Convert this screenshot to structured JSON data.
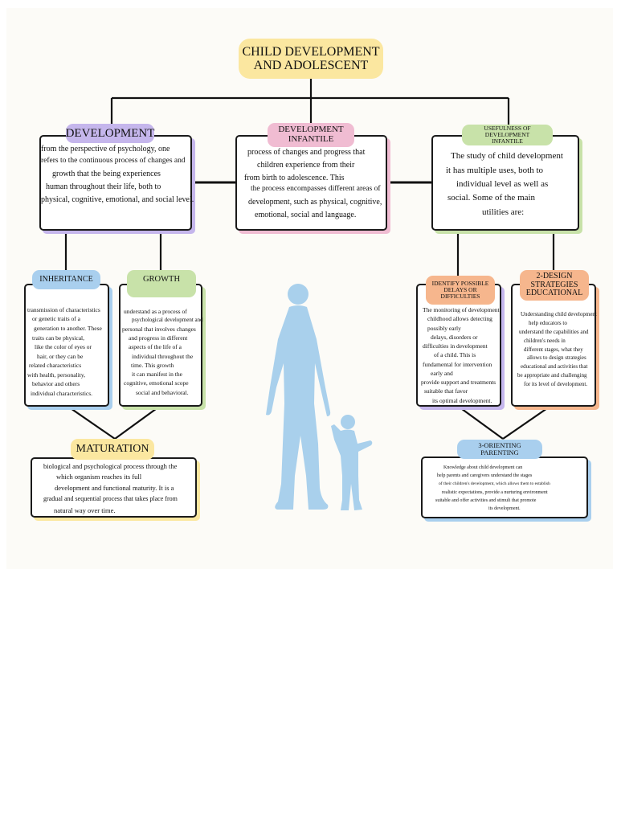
{
  "title": {
    "line1": "CHILD DEVELOPMENT",
    "line2": "AND ADOLESCENT"
  },
  "colors": {
    "yellow": "#fbe7a0",
    "purple": "#c5b6ec",
    "pink": "#f0bcd2",
    "green": "#c8e2a9",
    "blue": "#a9cfee",
    "orange": "#f6b68d",
    "silhouette": "#a9d0ec"
  },
  "development": {
    "label": "DEVELOPMENT",
    "lines": [
      "from the perspective of psychology, one",
      "refers to the continuous process of changes and",
      "growth that the being experiences",
      "human throughout their life, both to",
      "physical, cognitive, emotional, and social level."
    ]
  },
  "infantile": {
    "label_line1": "DEVELOPMENT",
    "label_line2": "INFANTILE",
    "lines": [
      "process of changes and progress that",
      "children experience from their",
      "from birth to adolescence. This",
      "the process encompasses different areas of",
      "development, such as physical, cognitive,",
      "emotional, social and language."
    ]
  },
  "usefulness": {
    "label_line1": "USEFULNESS OF DEVELOPMENT",
    "label_line2": "INFANTILE",
    "lines": [
      "The study of child development",
      "it has multiple uses, both to",
      "individual level as well as",
      "social. Some of the main",
      "utilities are:"
    ]
  },
  "inheritance": {
    "label": "INHERITANCE",
    "lines": [
      "transmission of characteristics",
      "or genetic traits of a",
      "generation to another. These",
      "traits can be physical,",
      "like the color of eyes or",
      "hair, or they can be",
      "related characteristics",
      "with health, personality,",
      "behavior and others",
      "individual characteristics."
    ]
  },
  "growth": {
    "label": "GROWTH",
    "lines": [
      "understand as a process of",
      "psychological development and",
      "personal that involves changes",
      "and progress in different",
      "aspects of the life of a",
      "individual throughout the",
      "time. This growth",
      "it can manifest in the",
      "cognitive, emotional scope",
      "social and behavioral."
    ]
  },
  "identify": {
    "label_line1": "IDENTIFY POSSIBLE",
    "label_line2": "DELAYS OR",
    "label_line3": "DIFFICULTIES",
    "lines": [
      "The monitoring of development",
      "childhood allows detecting",
      "possibly early",
      "delays, disorders or",
      "difficulties in development",
      "of a child. This is",
      "fundamental for intervention",
      "early and",
      "provide support and treatments",
      "suitable that favor",
      "its optimal development."
    ]
  },
  "design": {
    "label_line1": "2-DESIGN",
    "label_line2": "STRATEGIES",
    "label_line3": "EDUCATIONAL",
    "lines": [
      "Understanding child development",
      "help educators to",
      "understand the capabilities and",
      "children's needs in",
      "different stages, what they",
      "allows to design strategies",
      "educational and activities that",
      "be appropriate and challenging",
      "for its level of development."
    ]
  },
  "maturation": {
    "label": "MATURATION",
    "lines": [
      "biological and psychological process through the",
      "which organism reaches its full",
      "development and functional maturity. It is a",
      "gradual and sequential process that takes place from",
      "natural way over time."
    ]
  },
  "orienting": {
    "label": "3-ORIENTING PARENTING",
    "lines": [
      "Knowledge about child development can",
      "help parents and caregivers understand the stages",
      "of their children's development, which allows them to establish",
      "realistic expectations, provide a nurturing environment",
      "suitable and offer activities and stimuli that promote",
      "its development."
    ]
  }
}
